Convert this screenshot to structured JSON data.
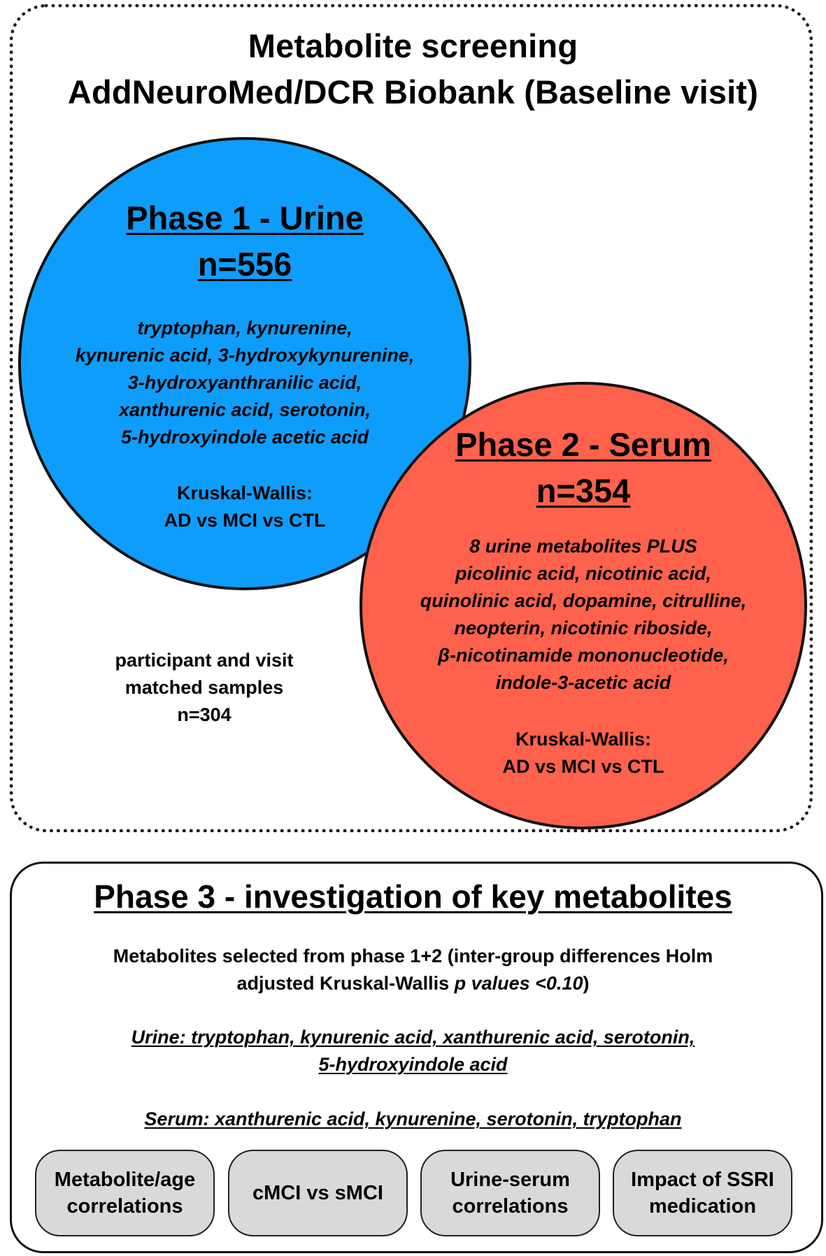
{
  "screening": {
    "title_line1": "Metabolite screening",
    "title_line2": "AddNeuroMed/DCR Biobank (Baseline visit)"
  },
  "phase1": {
    "title": "Phase 1 - Urine",
    "n": "n=556",
    "metabolites": [
      "tryptophan, kynurenine,",
      "kynurenic acid, 3-hydroxykynurenine,",
      "3-hydroxyanthranilic acid,",
      "xanthurenic acid, serotonin,",
      "5-hydroxyindole acetic acid"
    ],
    "test_line1": "Kruskal-Wallis:",
    "test_line2": "AD vs MCI vs CTL",
    "color": "#0f9dfb"
  },
  "phase2": {
    "title": "Phase 2 - Serum",
    "n": "n=354",
    "metabolites": [
      "8 urine metabolites PLUS",
      "picolinic acid, nicotinic acid,",
      "quinolinic acid, dopamine, citrulline,",
      "neopterin, nicotinic riboside,",
      "β-nicotinamide mononucleotide,",
      "indole-3-acetic acid"
    ],
    "test_line1": "Kruskal-Wallis:",
    "test_line2": "AD vs MCI vs CTL",
    "color": "#fe614c"
  },
  "matched": {
    "line1": "participant and visit",
    "line2": "matched samples",
    "line3": "n=304"
  },
  "phase3": {
    "title": "Phase 3 - investigation of key metabolites",
    "selection_line1": "Metabolites selected from phase 1+2 (inter-group differences Holm",
    "selection_line2_a": "adjusted Kruskal-Wallis ",
    "selection_line2_b": "p values <0.10",
    "selection_line2_c": ")",
    "urine_line1": "Urine: tryptophan, kynurenic acid, xanthurenic acid, serotonin,",
    "urine_line2": "5-hydroxyindole acid",
    "serum_line": "Serum: xanthurenic acid, kynurenine, serotonin, tryptophan",
    "analyses": [
      {
        "line1": "Metabolite/age",
        "line2": "correlations"
      },
      {
        "line1": "cMCI vs sMCI",
        "line2": ""
      },
      {
        "line1": "Urine-serum",
        "line2": "correlations"
      },
      {
        "line1": "Impact of SSRI",
        "line2": "medication"
      }
    ]
  }
}
